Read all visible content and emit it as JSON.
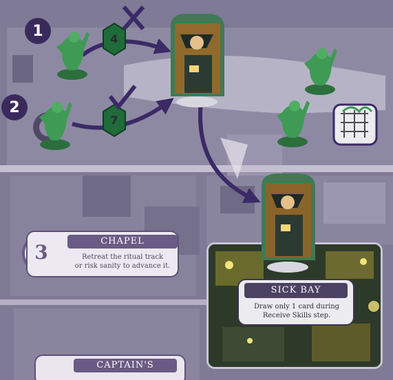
{
  "steps": {
    "step1": "1",
    "step2": "2",
    "step3": "3"
  },
  "dice": {
    "first_roll": "4",
    "second_roll": "7"
  },
  "result_marks": {
    "fail": "X",
    "success": "✓"
  },
  "rooms": {
    "chapel": {
      "name": "CHAPEL",
      "desc_line1": "Retreat the ritual track",
      "desc_line2": "or risk sanity to advance it."
    },
    "sick_bay": {
      "name": "SICK BAY",
      "desc_line1": "Draw only 1 card during",
      "desc_line2": "Receive Skills step."
    },
    "captains": {
      "name": "CAPTAIN'S"
    }
  },
  "colors": {
    "board_tint": "#7f7a95",
    "marker_fill": "#3a2a5c",
    "arrow": "#3b2a66",
    "cultist": "#3f9a55",
    "dice": "#1f6b3a",
    "card_bg": "#e9e6ee",
    "title_band": "#6a5b86"
  },
  "icons": {
    "cultist": "cultist-figure-icon",
    "investigator": "investigator-standee-icon",
    "dice": "hex-die-icon",
    "barricade": "barricade-token-icon"
  }
}
